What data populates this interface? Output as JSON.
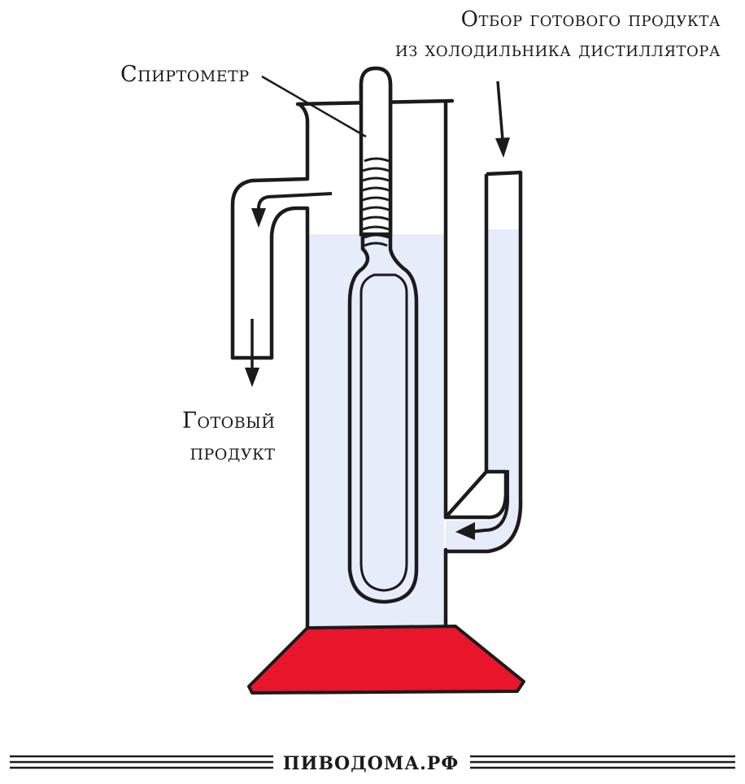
{
  "labels": {
    "top_line1": "Отбор готового продукта",
    "top_line2": "из холодильника дистиллятора",
    "meter": "Спиртометр",
    "product_line1": "Готовый",
    "product_line2": "продукт"
  },
  "footer": {
    "site": "ПИВОДОМА.РФ"
  },
  "colors": {
    "ink": "#1b1b1b",
    "liquid": "#e6ecf9",
    "base": "#e8152b"
  }
}
